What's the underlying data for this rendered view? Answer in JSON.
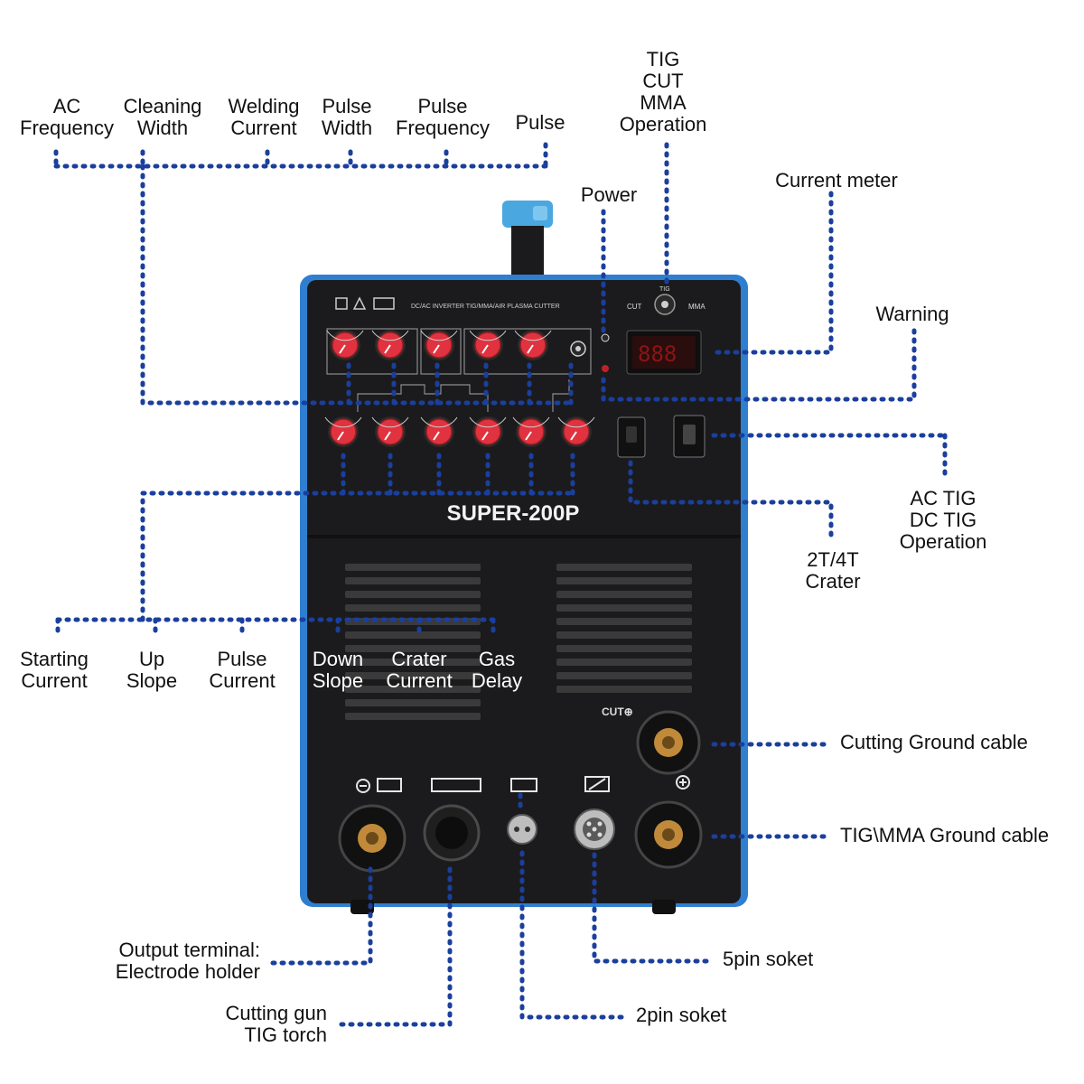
{
  "colors": {
    "leader": "#1a3f9c",
    "machine_body": "#1b1b1d",
    "machine_trim": "#2f7fd0",
    "handle": "#4aa7e0",
    "knob": "#e0333f",
    "display_bg": "#2a0d0d",
    "display_digits": "#8c1414",
    "terminal_brass": "#c08a3a"
  },
  "machine": {
    "model": "SUPER-200P",
    "front_caption": "DC/AC INVERTER TIG/MMA/AIR PLASMA CUTTER",
    "selector_labels": [
      "CUT",
      "TIG",
      "MMA"
    ],
    "top_knob_count": 6,
    "bottom_knob_count": 6
  },
  "callouts": {
    "top_row": {
      "ac_frequency": [
        "AC",
        "Frequency"
      ],
      "cleaning_width": [
        "Cleaning",
        "Width"
      ],
      "welding_current": [
        "Welding",
        "Current"
      ],
      "pulse_width": [
        "Pulse",
        "Width"
      ],
      "pulse_frequency": [
        "Pulse",
        "Frequency"
      ],
      "pulse": [
        "Pulse"
      ]
    },
    "mode": [
      "TIG",
      "CUT",
      "MMA",
      "Operation"
    ],
    "power": "Power",
    "current_meter": "Current meter",
    "warning": "Warning",
    "ac_dc": [
      "AC TIG",
      "DC TIG",
      "Operation"
    ],
    "crater": [
      "2T/4T",
      "Crater"
    ],
    "bottom_row": {
      "starting_current": [
        "Starting",
        "Current"
      ],
      "up_slope": [
        "Up",
        "Slope"
      ],
      "pulse_current": [
        "Pulse",
        "Current"
      ],
      "down_slope": [
        "Down",
        "Slope"
      ],
      "crater_current": [
        "Crater",
        "Current"
      ],
      "gas_delay": [
        "Gas",
        "Delay"
      ]
    },
    "cutting_ground": "Cutting Ground cable",
    "tig_mma_ground": "TIG\\MMA Ground cable",
    "output_terminal": [
      "Output terminal:",
      "Electrode holder"
    ],
    "cutting_gun": [
      "Cutting gun",
      "TIG torch"
    ],
    "five_pin": "5pin soket",
    "two_pin": "2pin soket"
  }
}
